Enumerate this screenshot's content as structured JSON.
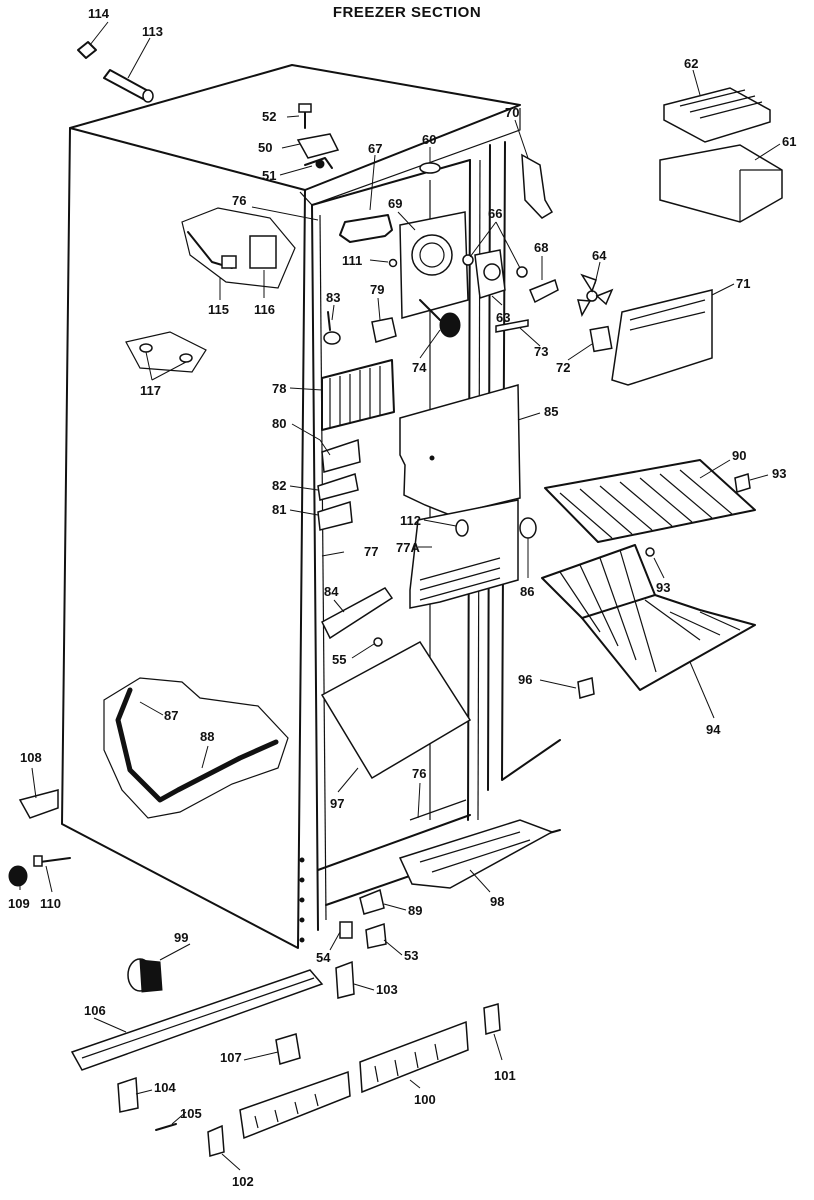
{
  "title": "FREEZER SECTION",
  "parts": [
    "114",
    "113",
    "52",
    "50",
    "51",
    "60",
    "67",
    "70",
    "62",
    "61",
    "76",
    "69",
    "66",
    "68",
    "111",
    "64",
    "71",
    "115",
    "116",
    "83",
    "79",
    "63",
    "73",
    "72",
    "74",
    "117",
    "78",
    "85",
    "80",
    "90",
    "93",
    "82",
    "81",
    "112",
    "77",
    "77A",
    "86",
    "84",
    "55",
    "96",
    "94",
    "87",
    "88",
    "76",
    "108",
    "97",
    "109",
    "110",
    "98",
    "89",
    "99",
    "54",
    "53",
    "103",
    "106",
    "107",
    "104",
    "101",
    "100",
    "105",
    "102"
  ]
}
